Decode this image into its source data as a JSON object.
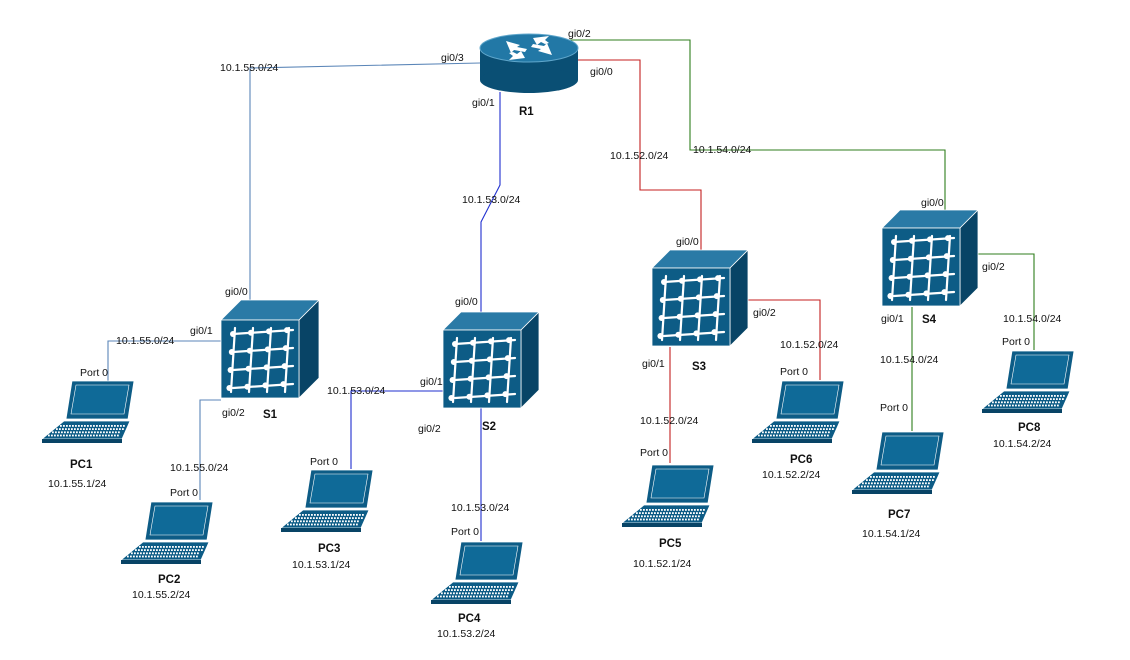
{
  "colors": {
    "device_fill": "#0d5c86",
    "device_dark": "#084466",
    "device_light": "#2a7aa6",
    "link_blue_light": "#5b86b8",
    "link_blue": "#1f2fcf",
    "link_red": "#c41f1f",
    "link_green": "#2f7d1c"
  },
  "router": {
    "name": "R1",
    "icon": "router-icon"
  },
  "switches": [
    {
      "id": "s1",
      "name": "S1",
      "icon": "switch-icon"
    },
    {
      "id": "s2",
      "name": "S2",
      "icon": "switch-icon"
    },
    {
      "id": "s3",
      "name": "S3",
      "icon": "switch-icon"
    },
    {
      "id": "s4",
      "name": "S4",
      "icon": "switch-icon"
    }
  ],
  "pcs": [
    {
      "id": "pc1",
      "name": "PC1",
      "ip": "10.1.55.1/24",
      "icon": "laptop-icon"
    },
    {
      "id": "pc2",
      "name": "PC2",
      "ip": "10.1.55.2/24",
      "icon": "laptop-icon"
    },
    {
      "id": "pc3",
      "name": "PC3",
      "ip": "10.1.53.1/24",
      "icon": "laptop-icon"
    },
    {
      "id": "pc4",
      "name": "PC4",
      "ip": "10.1.53.2/24",
      "icon": "laptop-icon"
    },
    {
      "id": "pc5",
      "name": "PC5",
      "ip": "10.1.52.1/24",
      "icon": "laptop-icon"
    },
    {
      "id": "pc6",
      "name": "PC6",
      "ip": "10.1.52.2/24",
      "icon": "laptop-icon"
    },
    {
      "id": "pc7",
      "name": "PC7",
      "ip": "10.1.54.1/24",
      "icon": "laptop-icon"
    },
    {
      "id": "pc8",
      "name": "PC8",
      "ip": "10.1.54.2/24",
      "icon": "laptop-icon"
    }
  ],
  "ports": {
    "r1_gi03": "gi0/3",
    "r1_gi02": "gi0/2",
    "r1_gi00": "gi0/0",
    "r1_gi01": "gi0/1",
    "s1_gi00": "gi0/0",
    "s1_gi01": "gi0/1",
    "s1_gi02": "gi0/2",
    "s2_gi00": "gi0/0",
    "s2_gi01": "gi0/1",
    "s2_gi02": "gi0/2",
    "s3_gi00": "gi0/0",
    "s3_gi01": "gi0/1",
    "s3_gi02": "gi0/2",
    "s4_gi00": "gi0/0",
    "s4_gi01": "gi0/1",
    "s4_gi02": "gi0/2",
    "pc_port": "Port 0"
  },
  "subnets": {
    "r1_s1": "10.1.55.0/24",
    "r1_s2": "10.1.53.0/24",
    "r1_s3": "10.1.52.0/24",
    "r1_s4": "10.1.54.0/24",
    "s1_pc1": "10.1.55.0/24",
    "s1_pc2": "10.1.55.0/24",
    "s2_pc3": "10.1.53.0/24",
    "s2_pc4": "10.1.53.0/24",
    "s3_pc5": "10.1.52.0/24",
    "s3_pc6": "10.1.52.0/24",
    "s4_pc7": "10.1.54.0/24",
    "s4_pc8": "10.1.54.0/24"
  }
}
